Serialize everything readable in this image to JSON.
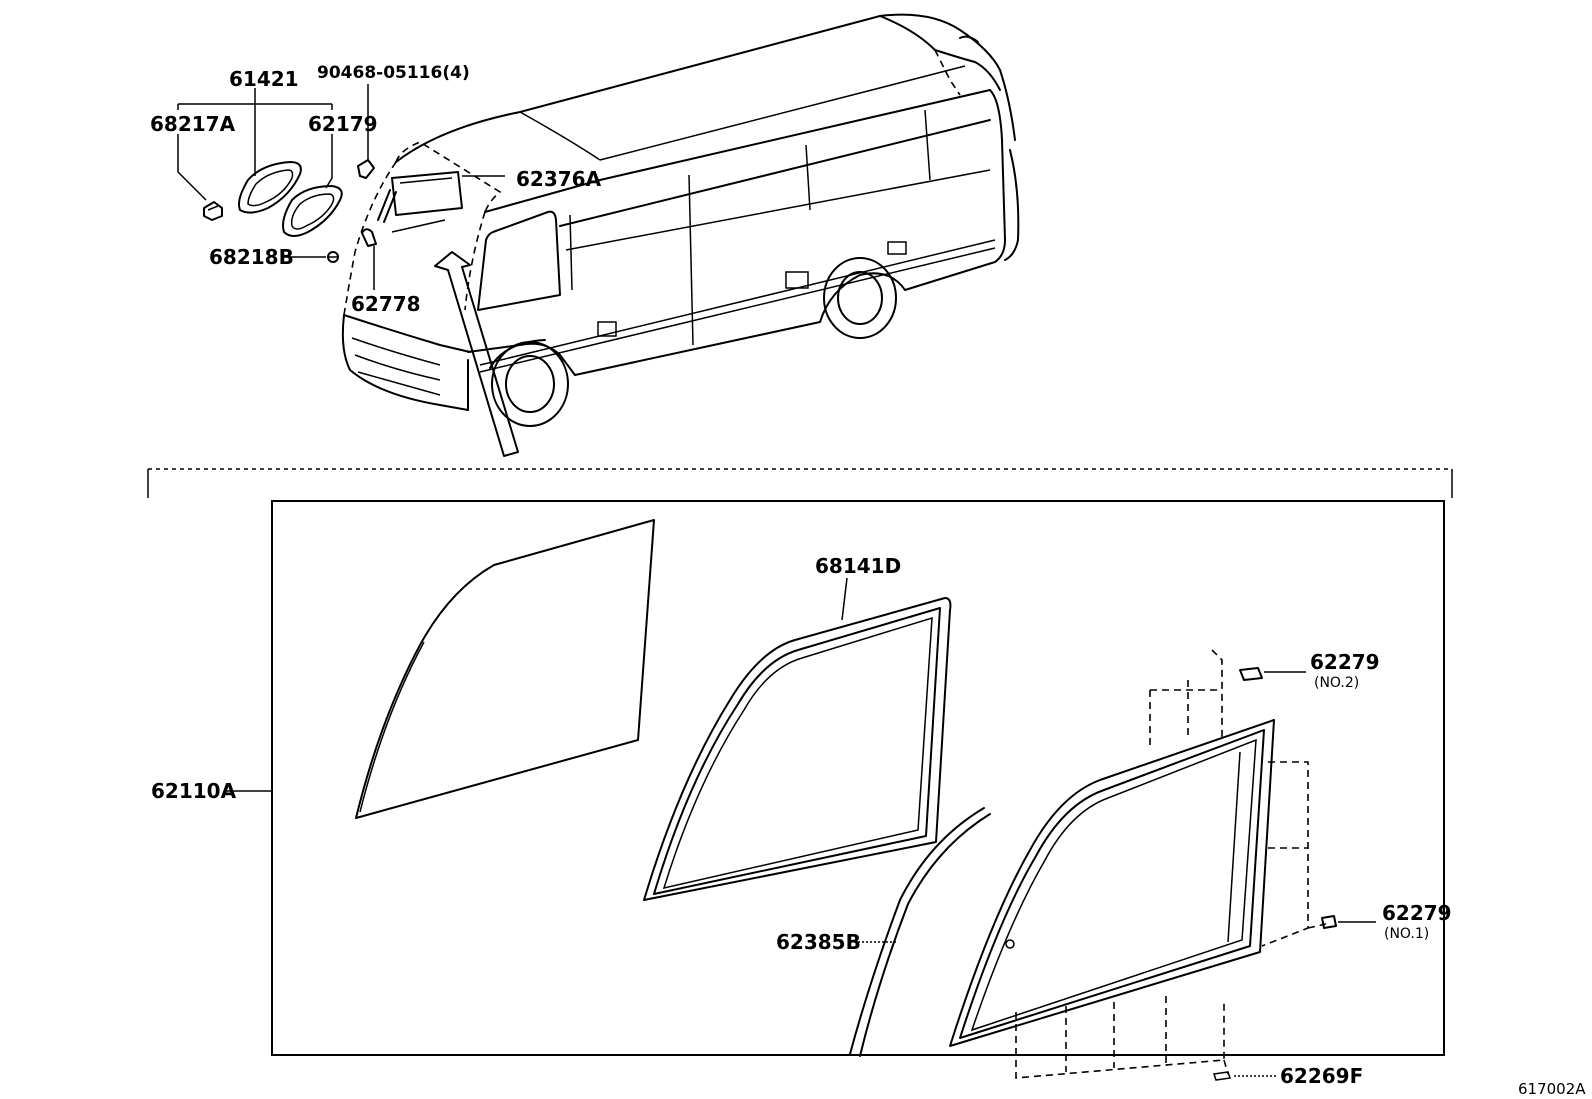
{
  "labels": {
    "p61421": "61421",
    "p90468": "90468-05116(4)",
    "p68217A": "68217A",
    "p62179": "62179",
    "p62376A": "62376A",
    "p68218B": "68218B",
    "p62778": "62778",
    "p68141D": "68141D",
    "p62279_no2": "62279",
    "p62279_no2_sub": "(NO.2)",
    "p62110A": "62110A",
    "p62279_no1": "62279",
    "p62279_no1_sub": "(NO.1)",
    "p62385B": "62385B",
    "p62269F": "62269F"
  },
  "figure_code": "617002A"
}
